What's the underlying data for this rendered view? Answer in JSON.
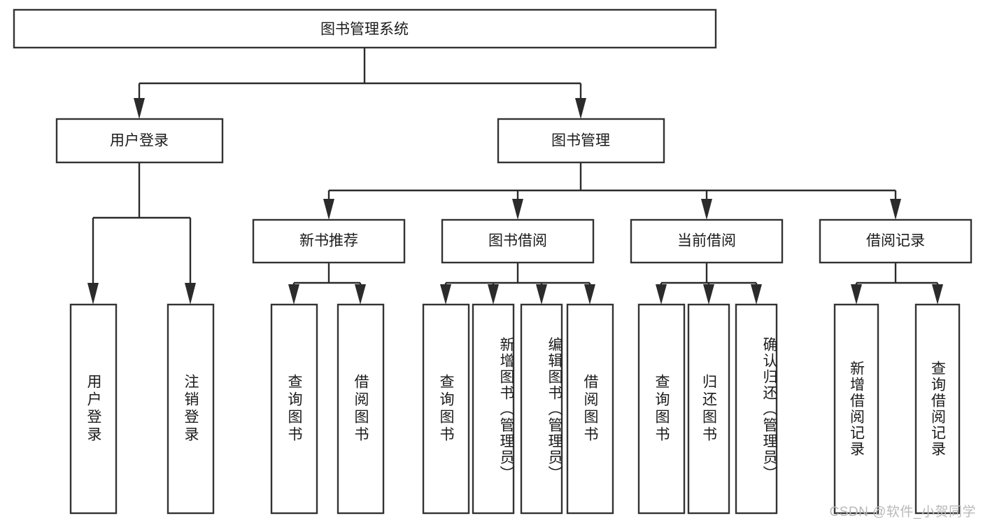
{
  "diagram": {
    "type": "tree-hierarchy-chart",
    "title_node": {
      "label": "图书管理系统"
    },
    "level2": [
      {
        "id": "user-login",
        "label": "用户登录"
      },
      {
        "id": "book-management",
        "label": "图书管理"
      }
    ],
    "level3": [
      {
        "id": "new-book-recommend",
        "label": "新书推荐",
        "parent": "book-management"
      },
      {
        "id": "book-borrow",
        "label": "图书借阅",
        "parent": "book-management"
      },
      {
        "id": "current-borrow",
        "label": "当前借阅",
        "parent": "book-management"
      },
      {
        "id": "borrow-record",
        "label": "借阅记录",
        "parent": "book-management"
      }
    ],
    "leaves": [
      {
        "id": "leaf-user-login",
        "label": "用户登录",
        "parent": "user-login"
      },
      {
        "id": "leaf-logout-login",
        "label": "注销登录",
        "parent": "user-login"
      },
      {
        "id": "leaf-query-book-1",
        "label": "查询图书",
        "parent": "new-book-recommend"
      },
      {
        "id": "leaf-borrow-book-1",
        "label": "借阅图书",
        "parent": "new-book-recommend"
      },
      {
        "id": "leaf-query-book-2",
        "label": "查询图书",
        "parent": "book-borrow"
      },
      {
        "id": "leaf-add-book",
        "label": "新增图书（管理员）",
        "parent": "book-borrow"
      },
      {
        "id": "leaf-edit-book",
        "label": "编辑图书（管理员）",
        "parent": "book-borrow"
      },
      {
        "id": "leaf-borrow-book-2",
        "label": "借阅图书",
        "parent": "book-borrow"
      },
      {
        "id": "leaf-query-book-3",
        "label": "查询图书",
        "parent": "current-borrow"
      },
      {
        "id": "leaf-return-book",
        "label": "归还图书",
        "parent": "current-borrow"
      },
      {
        "id": "leaf-confirm-return",
        "label": "确认归还（管理员）",
        "parent": "current-borrow"
      },
      {
        "id": "leaf-add-record",
        "label": "新增借阅记录",
        "parent": "borrow-record"
      },
      {
        "id": "leaf-query-record",
        "label": "查询借阅记录",
        "parent": "borrow-record"
      }
    ],
    "colors": {
      "box_stroke": "#333333",
      "box_fill": "#ffffff",
      "connector": "#2b2b2b",
      "text": "#1b1b1b",
      "watermark": "#b9b9b9",
      "background": "#ffffff"
    }
  },
  "watermark": {
    "text": "CSDN @软件_小贺同学"
  }
}
